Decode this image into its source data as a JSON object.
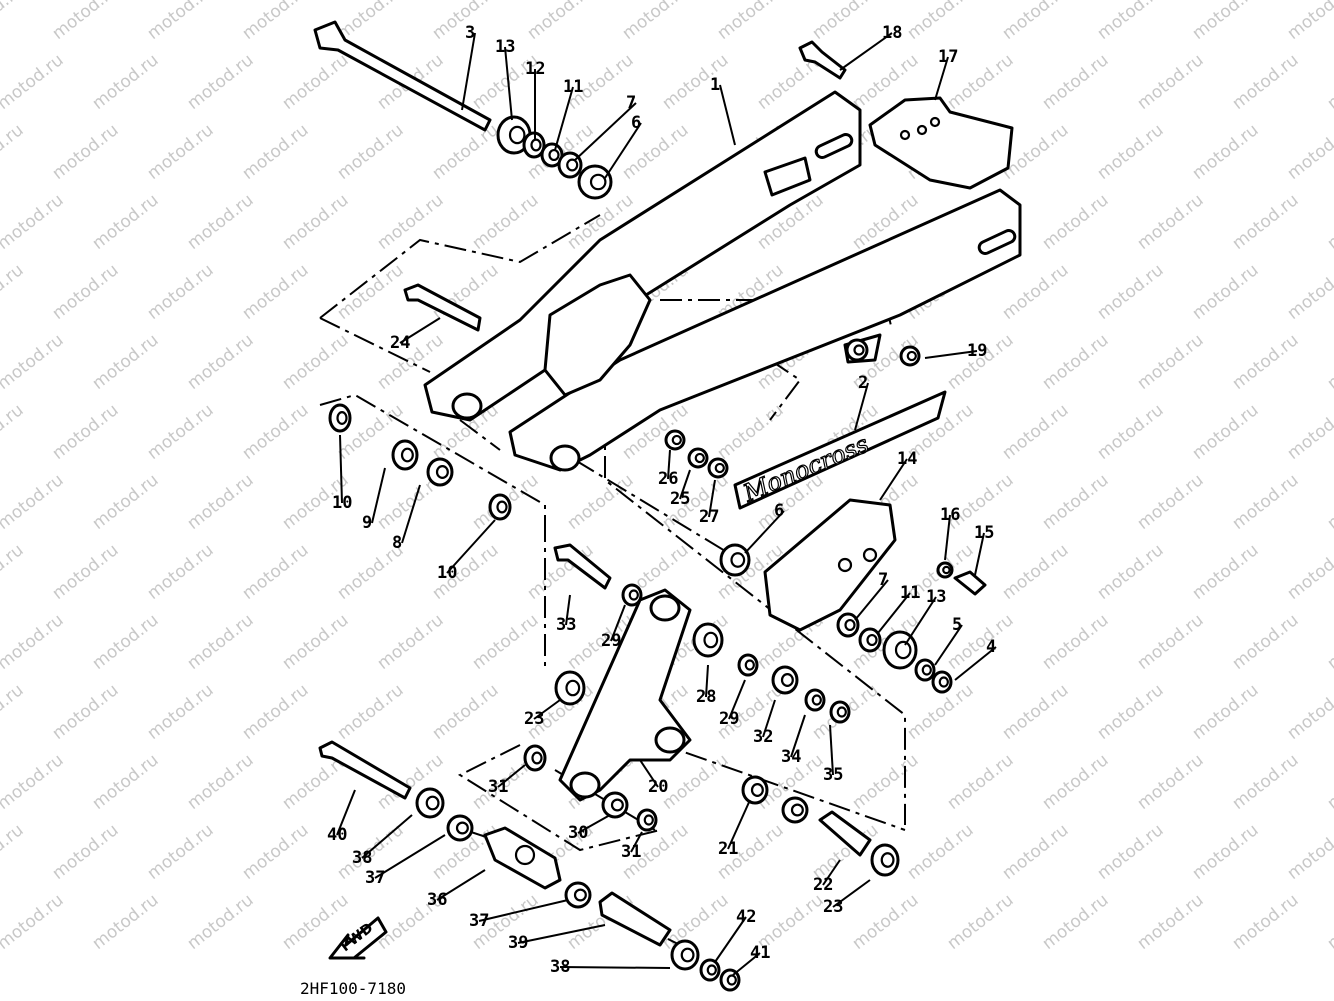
{
  "diagram_code": "2HF100-7180",
  "watermark": "motod.ru",
  "decal_text": "Monocross",
  "fwd_label": "FWD",
  "callouts": [
    "1",
    "2",
    "3",
    "4",
    "5",
    "6",
    "6",
    "7",
    "7",
    "8",
    "9",
    "10",
    "10",
    "11",
    "11",
    "12",
    "13",
    "13",
    "14",
    "15",
    "16",
    "17",
    "18",
    "19",
    "20",
    "21",
    "22",
    "23",
    "23",
    "24",
    "25",
    "26",
    "27",
    "28",
    "29",
    "29",
    "30",
    "31",
    "31",
    "32",
    "33",
    "34",
    "35",
    "36",
    "37",
    "37",
    "38",
    "38",
    "39",
    "40",
    "41",
    "42"
  ]
}
